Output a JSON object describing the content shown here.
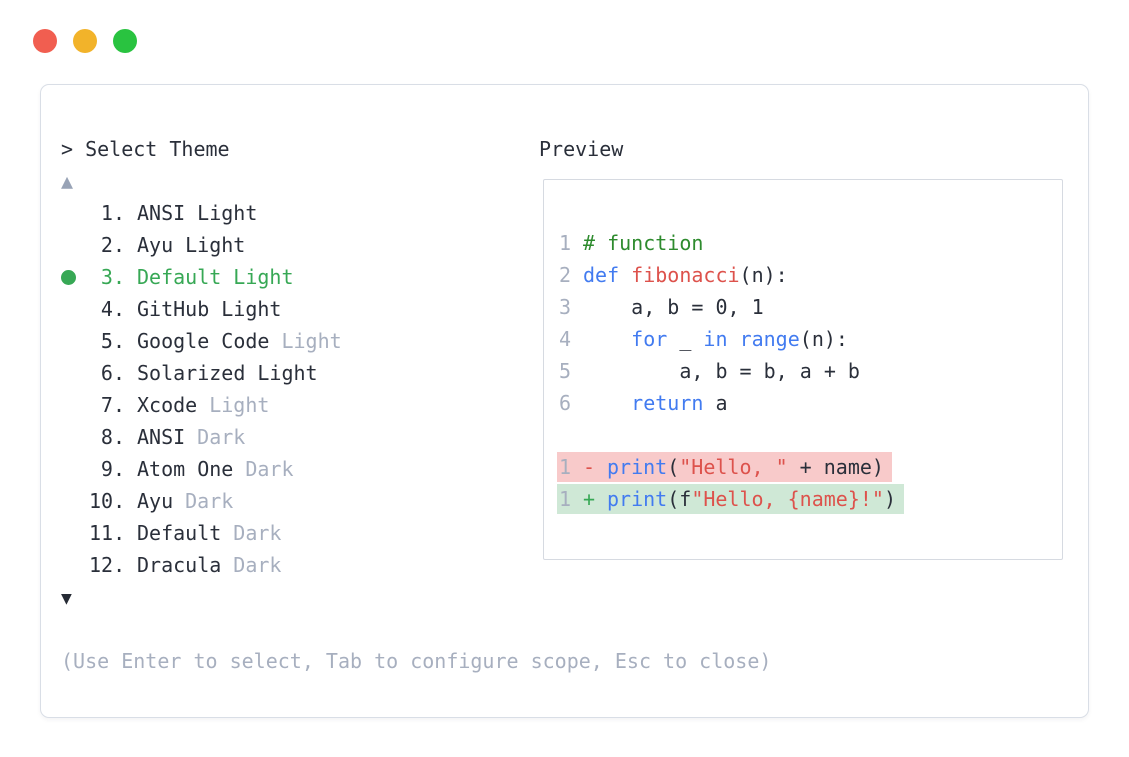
{
  "window": {
    "controls": [
      {
        "name": "close",
        "color": "#f15e50"
      },
      {
        "name": "minimize",
        "color": "#f2b32a"
      },
      {
        "name": "zoom",
        "color": "#29c340"
      }
    ]
  },
  "colors": {
    "text_dark": "#2a2f3a",
    "text_muted": "#a7afbf",
    "selected_green": "#37a855",
    "keyword_blue": "#427bf0",
    "string_red": "#dd524c",
    "comment_green": "#2e8b2e",
    "diff_delete_bg": "#f8caca",
    "diff_add_bg": "#cfe8d6",
    "panel_border": "#d9dee6",
    "preview_border": "#d6dae1",
    "scroll_up_gray": "#98a3b6"
  },
  "theme_picker": {
    "prompt": "> Select Theme",
    "scroll_up_icon": "▲",
    "scroll_down_icon": "▼",
    "items": [
      {
        "number": "1.",
        "name": "ANSI",
        "variant": "Light",
        "variant_muted": false,
        "selected": false
      },
      {
        "number": "2.",
        "name": "Ayu",
        "variant": "Light",
        "variant_muted": false,
        "selected": false
      },
      {
        "number": "3.",
        "name": "Default",
        "variant": "Light",
        "variant_muted": false,
        "selected": true
      },
      {
        "number": "4.",
        "name": "GitHub",
        "variant": "Light",
        "variant_muted": false,
        "selected": false
      },
      {
        "number": "5.",
        "name": "Google Code",
        "variant": "Light",
        "variant_muted": true,
        "selected": false
      },
      {
        "number": "6.",
        "name": "Solarized",
        "variant": "Light",
        "variant_muted": false,
        "selected": false
      },
      {
        "number": "7.",
        "name": "Xcode",
        "variant": "Light",
        "variant_muted": true,
        "selected": false
      },
      {
        "number": "8.",
        "name": "ANSI",
        "variant": "Dark",
        "variant_muted": true,
        "selected": false
      },
      {
        "number": "9.",
        "name": "Atom One",
        "variant": "Dark",
        "variant_muted": true,
        "selected": false
      },
      {
        "number": "10.",
        "name": "Ayu",
        "variant": "Dark",
        "variant_muted": true,
        "selected": false
      },
      {
        "number": "11.",
        "name": "Default",
        "variant": "Dark",
        "variant_muted": true,
        "selected": false
      },
      {
        "number": "12.",
        "name": "Dracula",
        "variant": "Dark",
        "variant_muted": true,
        "selected": false
      }
    ],
    "hint": "(Use Enter to select, Tab to configure scope, Esc to close)"
  },
  "preview": {
    "label": "Preview",
    "code": [
      {
        "num": "1",
        "tokens": [
          {
            "c": "comment",
            "t": "# function"
          }
        ]
      },
      {
        "num": "2",
        "tokens": [
          {
            "c": "keyword",
            "t": "def"
          },
          {
            "c": "plain",
            "t": " "
          },
          {
            "c": "function",
            "t": "fibonacci"
          },
          {
            "c": "plain",
            "t": "(n):"
          }
        ]
      },
      {
        "num": "3",
        "tokens": [
          {
            "c": "plain",
            "t": "    a, b = 0, 1"
          }
        ]
      },
      {
        "num": "4",
        "tokens": [
          {
            "c": "plain",
            "t": "    "
          },
          {
            "c": "keyword",
            "t": "for"
          },
          {
            "c": "plain",
            "t": " _ "
          },
          {
            "c": "keyword",
            "t": "in"
          },
          {
            "c": "plain",
            "t": " "
          },
          {
            "c": "keyword",
            "t": "range"
          },
          {
            "c": "plain",
            "t": "(n):"
          }
        ]
      },
      {
        "num": "5",
        "tokens": [
          {
            "c": "plain",
            "t": "        a, b = b, a + b"
          }
        ]
      },
      {
        "num": "6",
        "tokens": [
          {
            "c": "plain",
            "t": "    "
          },
          {
            "c": "keyword",
            "t": "return"
          },
          {
            "c": "plain",
            "t": " a"
          }
        ]
      }
    ],
    "diff": [
      {
        "num": "1",
        "sign": "-",
        "tokens": [
          {
            "c": "keyword",
            "t": "print"
          },
          {
            "c": "plain",
            "t": "("
          },
          {
            "c": "string",
            "t": "\"Hello, \""
          },
          {
            "c": "plain",
            "t": " + name)"
          }
        ]
      },
      {
        "num": "1",
        "sign": "+",
        "tokens": [
          {
            "c": "keyword",
            "t": "print"
          },
          {
            "c": "plain",
            "t": "(f"
          },
          {
            "c": "string",
            "t": "\"Hello, {name}!\""
          },
          {
            "c": "plain",
            "t": ")"
          }
        ]
      }
    ]
  }
}
